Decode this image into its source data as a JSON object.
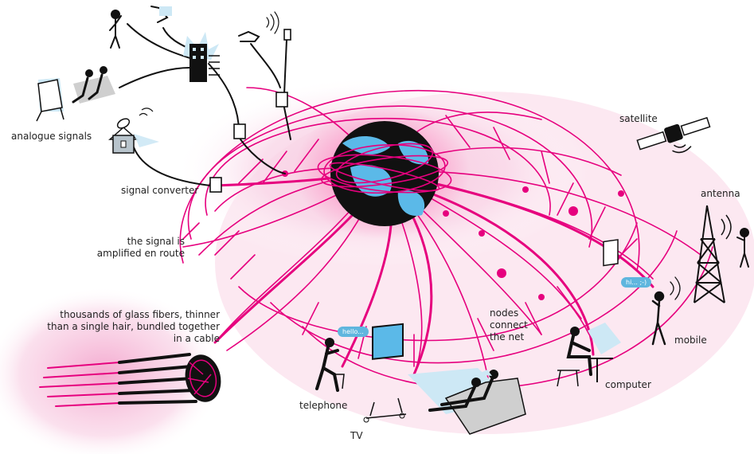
{
  "colors": {
    "fiber": "#e6007e",
    "glow": "#f7c6de",
    "screen": "#cde8f5",
    "ink": "#111111",
    "bubble": "#5fb6de"
  },
  "icons": [
    "globe-icon",
    "satellite-icon",
    "antenna-tower-icon",
    "building-icon",
    "house-icon",
    "tv-icon",
    "computer-icon",
    "phone-icon",
    "mobile-phone-icon",
    "cable-icon"
  ],
  "labels": {
    "analogue_signals": "analogue signals",
    "signal_converter": "signal converter",
    "amplified": [
      "the signal is",
      "amplified en route"
    ],
    "glass_fibers": [
      "thousands of glass fibers, thinner",
      "than a single hair, bundled together",
      "in a cable"
    ],
    "telephone": "telephone",
    "tv": "TV",
    "nodes": [
      "nodes",
      "connect",
      "the net"
    ],
    "computer": "computer",
    "mobile": "mobile",
    "antenna": "antenna",
    "satellite": "satellite"
  },
  "bubbles": {
    "telephone": "hello...",
    "mobile": "hi... ;-)"
  }
}
